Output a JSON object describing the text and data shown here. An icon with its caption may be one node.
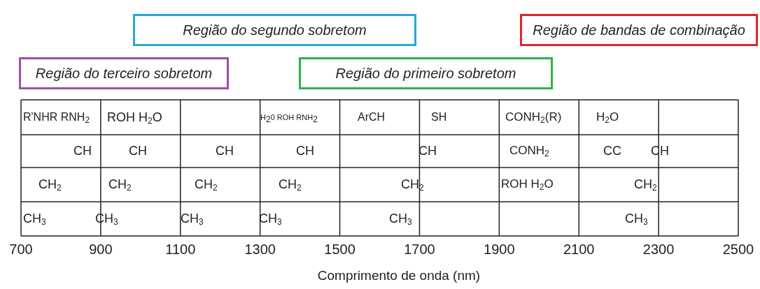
{
  "diagram": {
    "nodes": [
      {
        "text": [
          "Região do segundo sobretom"
        ]
      },
      {
        "text": [
          "Região de bandas de combinação"
        ]
      },
      {
        "text": [
          "Região do terceiro sobretom"
        ]
      },
      {
        "text": [
          "Região do primeiro sobretom"
        ]
      }
    ],
    "labels": [
      "R'NHR RNH$_{2}$",
      "ROH H$_{2}$O",
      "H$_{2}$0 ROH RNH$_{2}$",
      "ArCH",
      "SH",
      "CONH$_{2}$(R)",
      "H$_{2}$O",
      "CH",
      "CH",
      "CH",
      "CH",
      "CH",
      "CONH$_{2}$",
      "CC",
      "CH",
      "CH$_{2}$",
      "CH$_{2}$",
      "CH$_{2}$",
      "CH$_{2}$",
      "CH$_{2}$",
      "ROH H$_{2}$O",
      "CH$_{2}$",
      "CH$_{3}$",
      "CH$_{3}$",
      "CH$_{3}$",
      "CH$_{3}$",
      "CH$_{3}$",
      "CH$_{3}$",
      "700",
      "900",
      "1100",
      "1300",
      "1500",
      "1700",
      "1900",
      "2100",
      "2300",
      "2500",
      "Comprimento de onda (nm)"
    ]
  }
}
